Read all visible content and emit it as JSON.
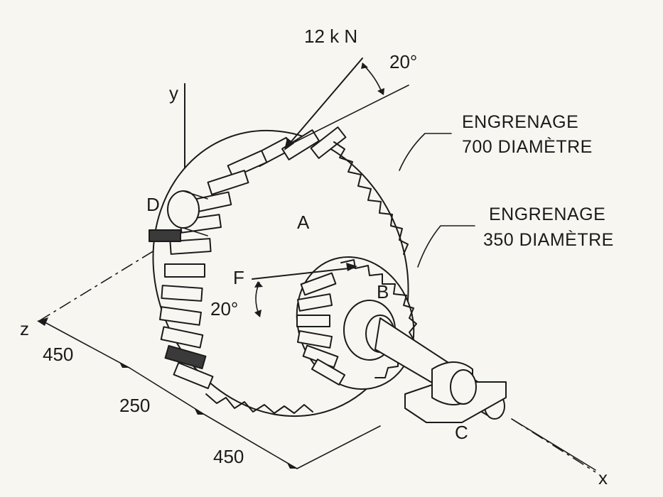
{
  "diagram": {
    "load_label": "12 k N",
    "load_angle_label": "20°",
    "gear_large_caption_line1": "ENGRENAGE",
    "gear_large_caption_line2": "700 DIAMÈTRE",
    "gear_small_caption_line1": "ENGRENAGE",
    "gear_small_caption_line2": "350 DIAMÈTRE",
    "axis_y": "y",
    "axis_z": "z",
    "axis_x": "x",
    "point_a": "A",
    "point_b": "B",
    "point_c": "C",
    "point_d": "D",
    "point_f": "F",
    "force_f_angle_label": "20°",
    "dim_1": "450",
    "dim_2": "250",
    "dim_3": "450"
  }
}
